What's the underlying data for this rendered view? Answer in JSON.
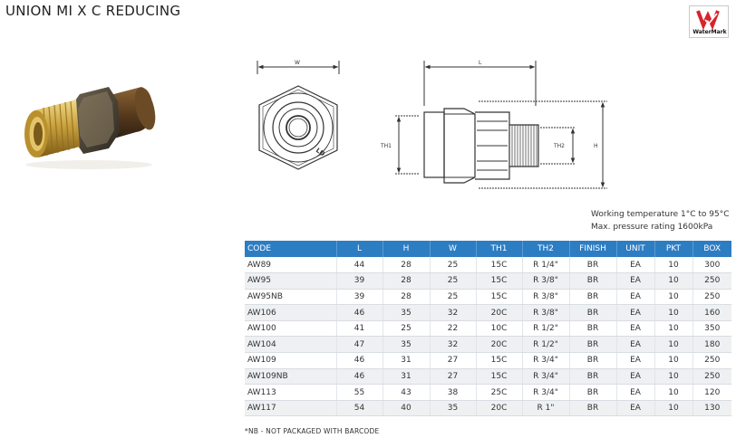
{
  "title": "UNION MI X C REDUCING",
  "logo": {
    "text": "WaterMark",
    "icon": "watermark-logo",
    "accent": "#d8232a"
  },
  "drawing": {
    "front_view": {
      "dim_label": "W",
      "stamp": "LD"
    },
    "side_view": {
      "dim_length": "L",
      "dim_height": "H",
      "dim_th1": "TH1",
      "dim_th2": "TH2"
    }
  },
  "specs": {
    "working_temperature": "Working temperature 1°C to 95°C",
    "max_pressure": "Max. pressure rating 1600kPa"
  },
  "table": {
    "header_color": "#2d7dc3",
    "columns": [
      "CODE",
      "L",
      "H",
      "W",
      "TH1",
      "TH2",
      "FINISH",
      "UNIT",
      "PKT",
      "BOX"
    ],
    "rows": [
      [
        "AW89",
        "44",
        "28",
        "25",
        "15C",
        "R 1/4\"",
        "BR",
        "EA",
        "10",
        "300"
      ],
      [
        "AW95",
        "39",
        "28",
        "25",
        "15C",
        "R 3/8\"",
        "BR",
        "EA",
        "10",
        "250"
      ],
      [
        "AW95NB",
        "39",
        "28",
        "25",
        "15C",
        "R 3/8\"",
        "BR",
        "EA",
        "10",
        "250"
      ],
      [
        "AW106",
        "46",
        "35",
        "32",
        "20C",
        "R 3/8\"",
        "BR",
        "EA",
        "10",
        "160"
      ],
      [
        "AW100",
        "41",
        "25",
        "22",
        "10C",
        "R 1/2\"",
        "BR",
        "EA",
        "10",
        "350"
      ],
      [
        "AW104",
        "47",
        "35",
        "32",
        "20C",
        "R 1/2\"",
        "BR",
        "EA",
        "10",
        "180"
      ],
      [
        "AW109",
        "46",
        "31",
        "27",
        "15C",
        "R 3/4\"",
        "BR",
        "EA",
        "10",
        "250"
      ],
      [
        "AW109NB",
        "46",
        "31",
        "27",
        "15C",
        "R 3/4\"",
        "BR",
        "EA",
        "10",
        "250"
      ],
      [
        "AW113",
        "55",
        "43",
        "38",
        "25C",
        "R 3/4\"",
        "BR",
        "EA",
        "10",
        "120"
      ],
      [
        "AW117",
        "54",
        "40",
        "35",
        "20C",
        "R 1\"",
        "BR",
        "EA",
        "10",
        "130"
      ]
    ]
  },
  "footnote": "*NB - NOT PACKAGED WITH BARCODE"
}
